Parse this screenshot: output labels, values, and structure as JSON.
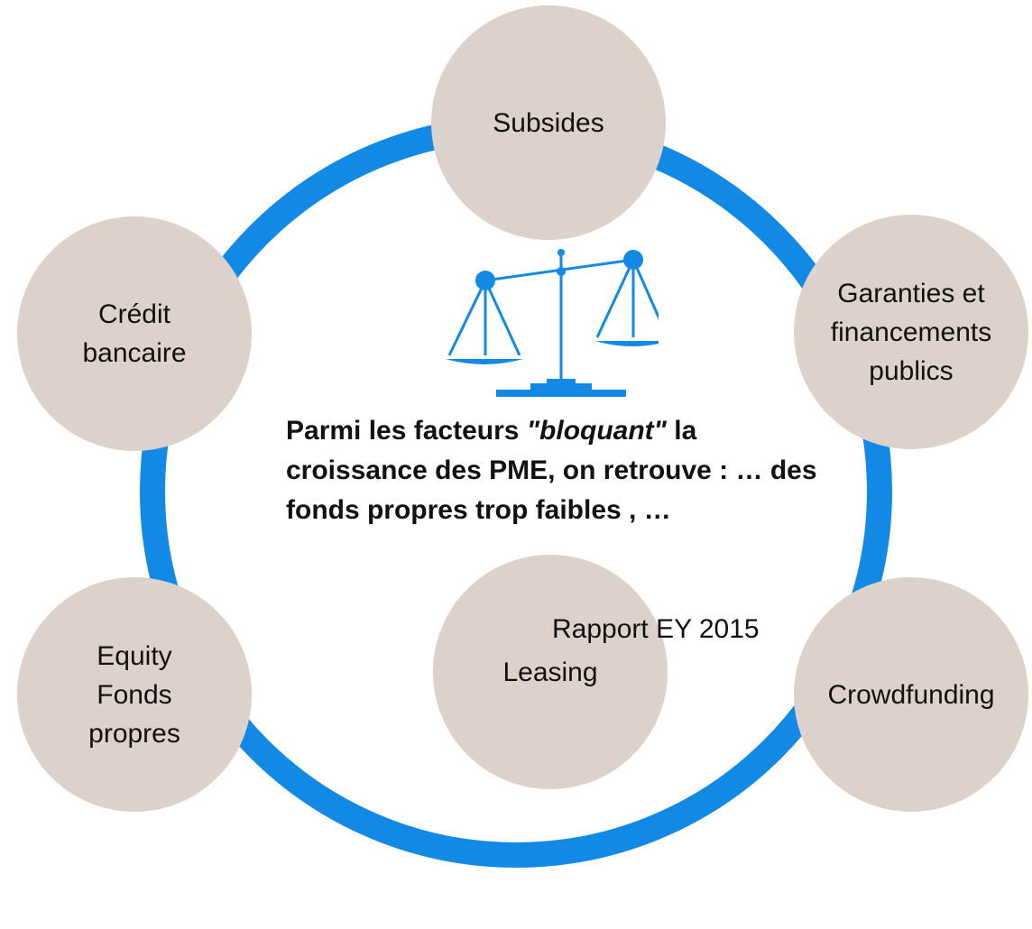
{
  "colors": {
    "ring": "#1289e4",
    "node_fill": "#dcd2cb",
    "icon": "#1289e4",
    "text": "#111111"
  },
  "center_icon": "scale-of-justice-icon",
  "nodes": {
    "subsides": "Subsides",
    "garanties": "Garanties et\nfinancements\npublics",
    "crowdfunding": "Crowdfunding",
    "leasing": "Leasing",
    "equity": "Equity\nFonds\npropres",
    "credit": "Crédit\nbancaire"
  },
  "quote": {
    "part1": "Parmi les facteurs ",
    "emphasis": "\"bloquant\"",
    "part2": " la croissance des PME, on retrouve : …  des fonds propres trop faibles , …"
  },
  "source": "Rapport EY 2015"
}
